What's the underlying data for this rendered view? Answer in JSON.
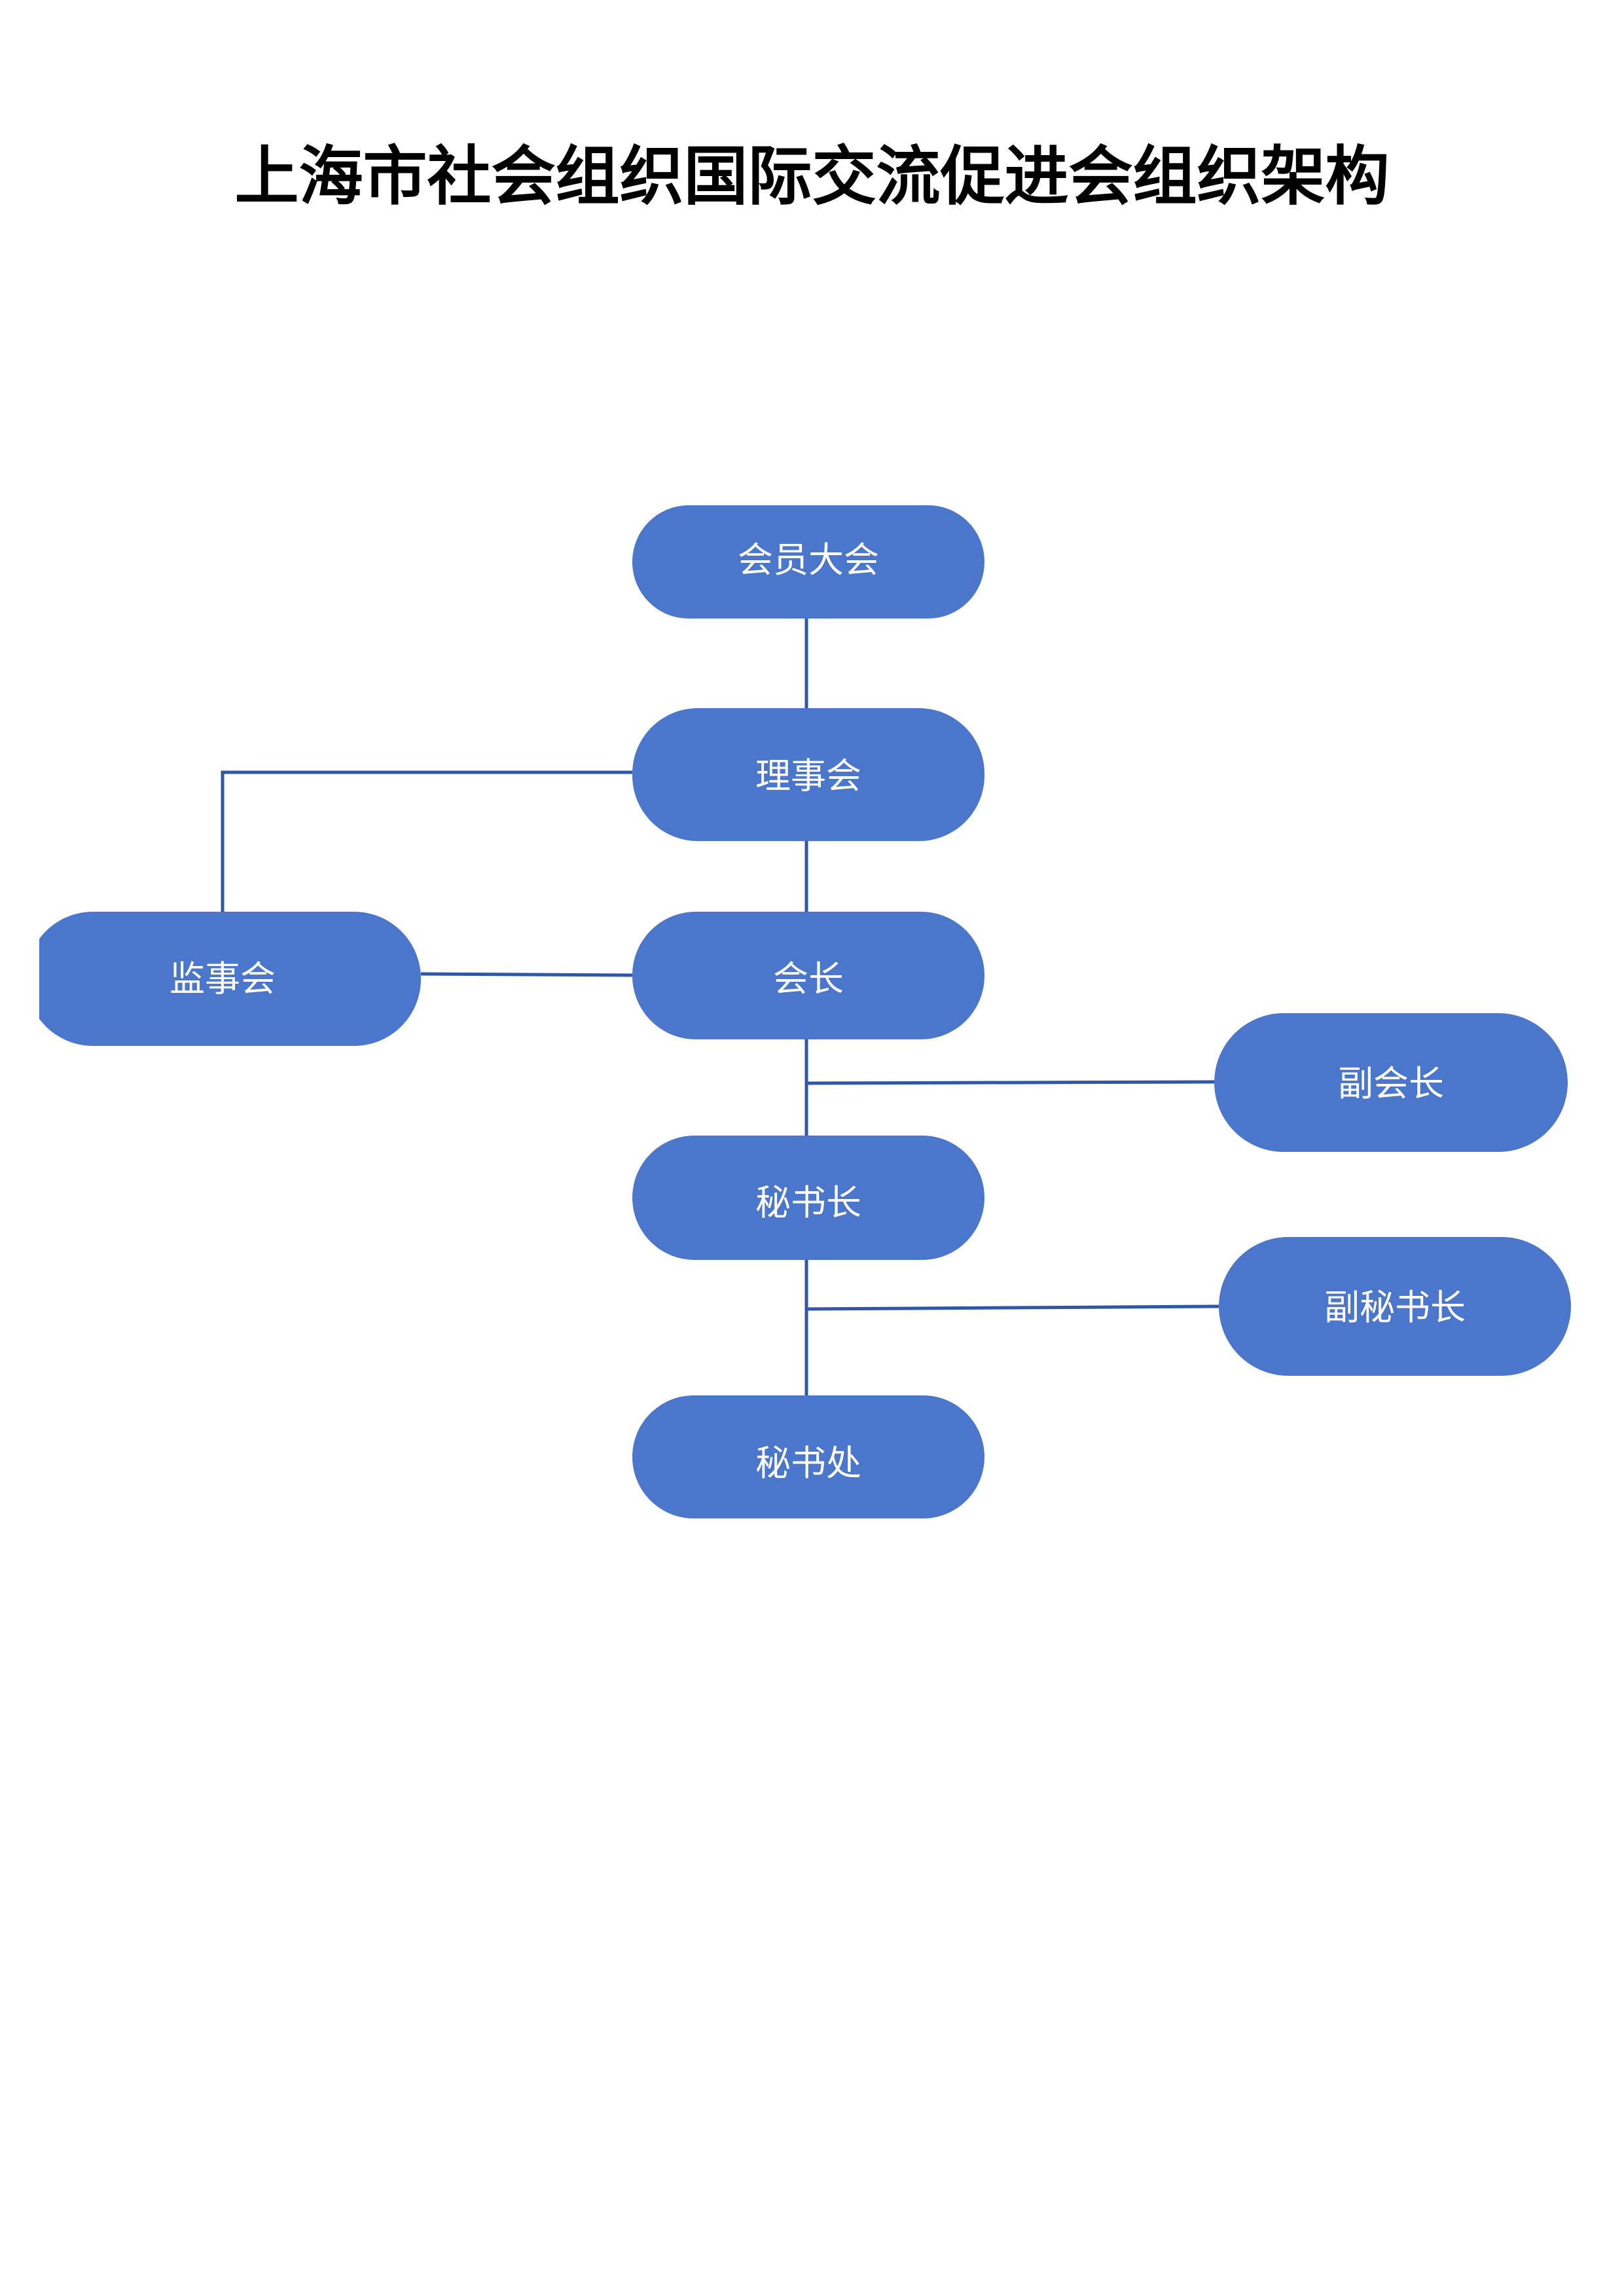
{
  "title": "上海市社会组织国际交流促进会组织架构",
  "colors": {
    "node_fill": "#4a76cc",
    "connector": "#2f56a8",
    "node_text": "#ffffff",
    "title_text": "#000000"
  },
  "nodes": {
    "members_assembly": "会员大会",
    "council": "理事会",
    "supervisory_board": "监事会",
    "president": "会长",
    "vice_president": "副会长",
    "secretary_general": "秘书长",
    "deputy_secretary_general": "副秘书长",
    "secretariat": "秘书处"
  }
}
